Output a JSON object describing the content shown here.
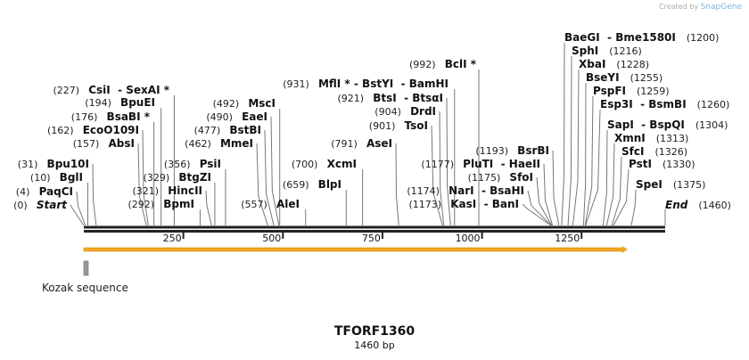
{
  "credit": {
    "prefix": "Created by",
    "brand": "SnapGene"
  },
  "title": "TFORF1360",
  "length_label": "1460 bp",
  "length_bp": 1460,
  "ticks": [
    "250",
    "500",
    "750",
    "1000",
    "1250"
  ],
  "features": [
    {
      "name": "Kozak sequence",
      "start": 1,
      "end": 10,
      "color": "#999999"
    }
  ],
  "orf": {
    "start": 1,
    "end": 1360,
    "color": "#f5a623"
  },
  "sites": [
    {
      "pos": 0,
      "label": "(0)",
      "names": "Start",
      "italic": true
    },
    {
      "pos": 4,
      "label": "(4)",
      "names": "PaqCI"
    },
    {
      "pos": 10,
      "label": "(10)",
      "names": "BglI"
    },
    {
      "pos": 31,
      "label": "(31)",
      "names": "Bpu10I"
    },
    {
      "pos": 157,
      "label": "(157)",
      "names": "AbsI"
    },
    {
      "pos": 162,
      "label": "(162)",
      "names": "EcoO109I"
    },
    {
      "pos": 176,
      "label": "(176)",
      "names": "BsaBI *"
    },
    {
      "pos": 194,
      "label": "(194)",
      "names": "BpuEI"
    },
    {
      "pos": 227,
      "label": "(227)",
      "names": "CsiI  - SexAI *"
    },
    {
      "pos": 292,
      "label": "(292)",
      "names": "BpmI"
    },
    {
      "pos": 321,
      "label": "(321)",
      "names": "HincII"
    },
    {
      "pos": 329,
      "label": "(329)",
      "names": "BtgZI"
    },
    {
      "pos": 356,
      "label": "(356)",
      "names": "PsiI"
    },
    {
      "pos": 462,
      "label": "(462)",
      "names": "MmeI"
    },
    {
      "pos": 477,
      "label": "(477)",
      "names": "BstBI"
    },
    {
      "pos": 490,
      "label": "(490)",
      "names": "EaeI"
    },
    {
      "pos": 492,
      "label": "(492)",
      "names": "MscI"
    },
    {
      "pos": 557,
      "label": "(557)",
      "names": "AleI"
    },
    {
      "pos": 659,
      "label": "(659)",
      "names": "BlpI"
    },
    {
      "pos": 700,
      "label": "(700)",
      "names": "XcmI"
    },
    {
      "pos": 791,
      "label": "(791)",
      "names": "AseI"
    },
    {
      "pos": 901,
      "label": "(901)",
      "names": "TsoI"
    },
    {
      "pos": 904,
      "label": "(904)",
      "names": "DrdI"
    },
    {
      "pos": 921,
      "label": "(921)",
      "names": "BtsI  - BtsαI"
    },
    {
      "pos": 931,
      "label": "(931)",
      "names": "MflI * - BstYI  - BamHI"
    },
    {
      "pos": 992,
      "label": "(992)",
      "names": "BclI *"
    },
    {
      "pos": 1173,
      "label": "(1173)",
      "names": "KasI  - BanI"
    },
    {
      "pos": 1174,
      "label": "(1174)",
      "names": "NarI  - BsaHI"
    },
    {
      "pos": 1175,
      "label": "(1175)",
      "names": "SfoI"
    },
    {
      "pos": 1177,
      "label": "(1177)",
      "names": "PluTI  - HaeII"
    },
    {
      "pos": 1193,
      "label": "(1193)",
      "names": "BsrBI"
    },
    {
      "pos": 1200,
      "label": "(1200)",
      "names": "BaeGI  - Bme1580I"
    },
    {
      "pos": 1216,
      "label": "(1216)",
      "names": "SphI"
    },
    {
      "pos": 1228,
      "label": "(1228)",
      "names": "XbaI"
    },
    {
      "pos": 1255,
      "label": "(1255)",
      "names": "BseYI"
    },
    {
      "pos": 1259,
      "label": "(1259)",
      "names": "PspFI"
    },
    {
      "pos": 1260,
      "label": "(1260)",
      "names": "Esp3I  - BsmBI"
    },
    {
      "pos": 1304,
      "label": "(1304)",
      "names": "SapI  - BspQI"
    },
    {
      "pos": 1313,
      "label": "(1313)",
      "names": "XmnI"
    },
    {
      "pos": 1326,
      "label": "(1326)",
      "names": "SfcI"
    },
    {
      "pos": 1330,
      "label": "(1330)",
      "names": "PstI"
    },
    {
      "pos": 1375,
      "label": "(1375)",
      "names": "SpeI"
    },
    {
      "pos": 1460,
      "label": "(1460)",
      "names": "End",
      "italic": true
    }
  ]
}
